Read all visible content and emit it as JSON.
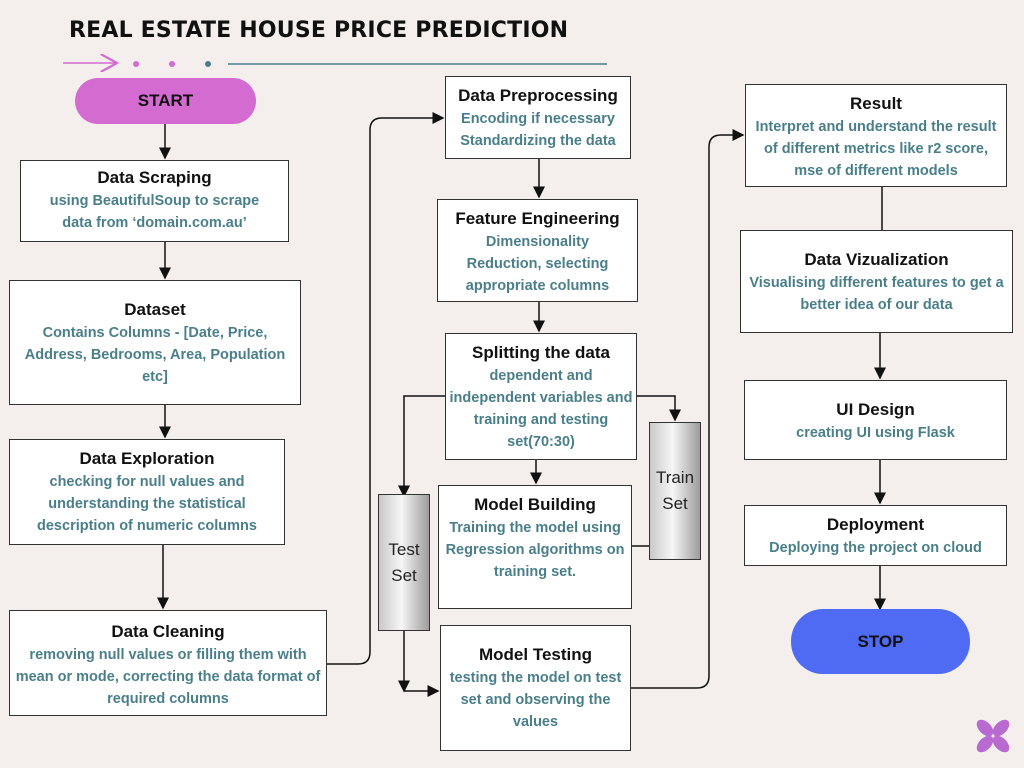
{
  "title": "REAL ESTATE HOUSE PRICE PREDICTION",
  "colors": {
    "start_pill": "#d36bd1",
    "stop_pill": "#4f6bf4",
    "description": "#4a7f8a",
    "decor_arrow": "#d36bd1",
    "decor_line": "#4a7f8a",
    "logo": "#b86ad0"
  },
  "start": {
    "label": "START"
  },
  "stop": {
    "label": "STOP"
  },
  "nodes": {
    "data_scraping": {
      "title": "Data Scraping",
      "desc": "using BeautifulSoup to scrape data from ‘domain.com.au’"
    },
    "dataset": {
      "title": "Dataset",
      "desc": "Contains Columns - [Date, Price, Address, Bedrooms, Area, Population etc]"
    },
    "data_exploration": {
      "title": "Data Exploration",
      "desc": "checking for null values and understanding the statistical description of numeric columns"
    },
    "data_cleaning": {
      "title": "Data Cleaning",
      "desc": "removing null values or filling them with mean or mode, correcting the data format of required columns"
    },
    "data_preprocessing": {
      "title": "Data Preprocessing",
      "desc": "Encoding if necessary Standardizing the data"
    },
    "feature_engineering": {
      "title": "Feature Engineering",
      "desc": "Dimensionality Reduction, selecting appropriate columns"
    },
    "splitting": {
      "title": "Splitting the data",
      "desc": "dependent and independent variables and training and testing set(70:30)"
    },
    "model_building": {
      "title": "Model Building",
      "desc": "Training the model using Regression algorithms on training set."
    },
    "model_testing": {
      "title": "Model Testing",
      "desc": "testing the model on test set and observing the values"
    },
    "result": {
      "title": "Result",
      "desc": "Interpret and understand the result of different metrics like r2 score, mse of different models"
    },
    "data_viz": {
      "title": "Data Vizualization",
      "desc": "Visualising different features to get a better idea of our data"
    },
    "ui_design": {
      "title": "UI Design",
      "desc": "creating UI using Flask"
    },
    "deployment": {
      "title": "Deployment",
      "desc": "Deploying the project on cloud"
    }
  },
  "sets": {
    "test": "Test Set",
    "train": "Train Set"
  },
  "logo_icon": "flower-logo-icon"
}
